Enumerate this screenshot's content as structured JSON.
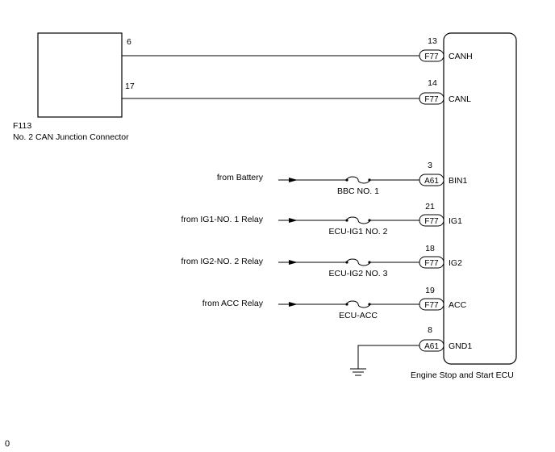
{
  "junction_connector": {
    "code": "F113",
    "name": "No. 2 CAN Junction Connector",
    "pins": [
      "6",
      "17"
    ]
  },
  "ecu": {
    "name": "Engine Stop and Start ECU"
  },
  "signals": [
    {
      "id": "canh",
      "pin": "13",
      "connector": "F77",
      "terminal": "CANH"
    },
    {
      "id": "canl",
      "pin": "14",
      "connector": "F77",
      "terminal": "CANL"
    },
    {
      "id": "bin1",
      "pin": "3",
      "connector": "A61",
      "terminal": "BIN1",
      "source": "from Battery",
      "fuse": "BBC NO. 1"
    },
    {
      "id": "ig1",
      "pin": "21",
      "connector": "F77",
      "terminal": "IG1",
      "source": "from IG1-NO. 1 Relay",
      "fuse": "ECU-IG1 NO. 2"
    },
    {
      "id": "ig2",
      "pin": "18",
      "connector": "F77",
      "terminal": "IG2",
      "source": "from IG2-NO. 2 Relay",
      "fuse": "ECU-IG2 NO. 3"
    },
    {
      "id": "acc",
      "pin": "19",
      "connector": "F77",
      "terminal": "ACC",
      "source": "from ACC Relay",
      "fuse": "ECU-ACC"
    },
    {
      "id": "gnd1",
      "pin": "8",
      "connector": "A61",
      "terminal": "GND1"
    }
  ],
  "footer": {
    "code": "0"
  }
}
